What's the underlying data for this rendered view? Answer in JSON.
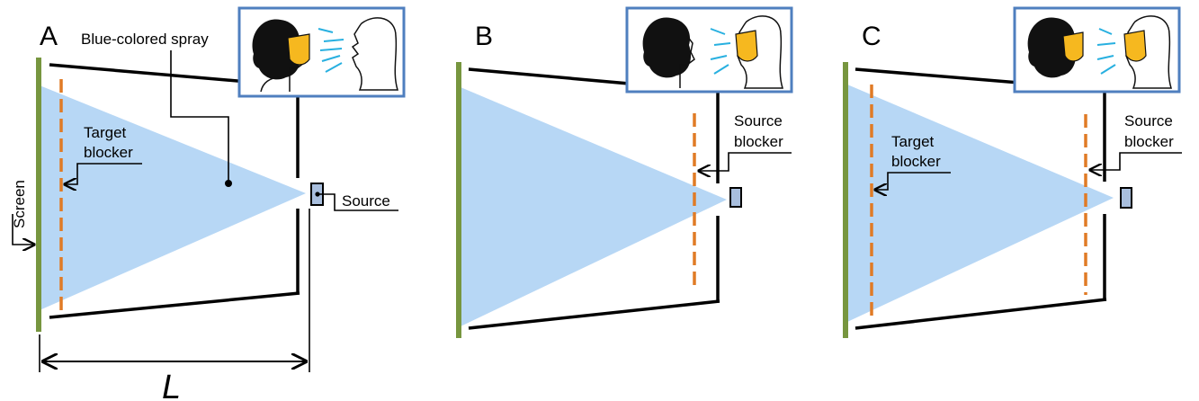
{
  "figure": {
    "panels": [
      {
        "letter": "A",
        "labels": {
          "spray": "Blue-colored spray",
          "target_blocker_1": "Target",
          "target_blocker_2": "blocker",
          "source": "Source",
          "screen": "Screen",
          "dimension": "L"
        },
        "mask": "target"
      },
      {
        "letter": "B",
        "labels": {
          "source_blocker_1": "Source",
          "source_blocker_2": "blocker"
        },
        "mask": "source"
      },
      {
        "letter": "C",
        "labels": {
          "target_blocker_1": "Target",
          "target_blocker_2": "blocker",
          "source_blocker_1": "Source",
          "source_blocker_2": "blocker"
        },
        "mask": "both"
      }
    ]
  },
  "colors": {
    "spray": "#b7d7f5",
    "screen": "#77963f",
    "blocker": "#e07b26",
    "source": "#a9bfde",
    "mask": "#f6b81f",
    "inset_border": "#4f7fbf",
    "spray_lines": "#28b0e0"
  }
}
